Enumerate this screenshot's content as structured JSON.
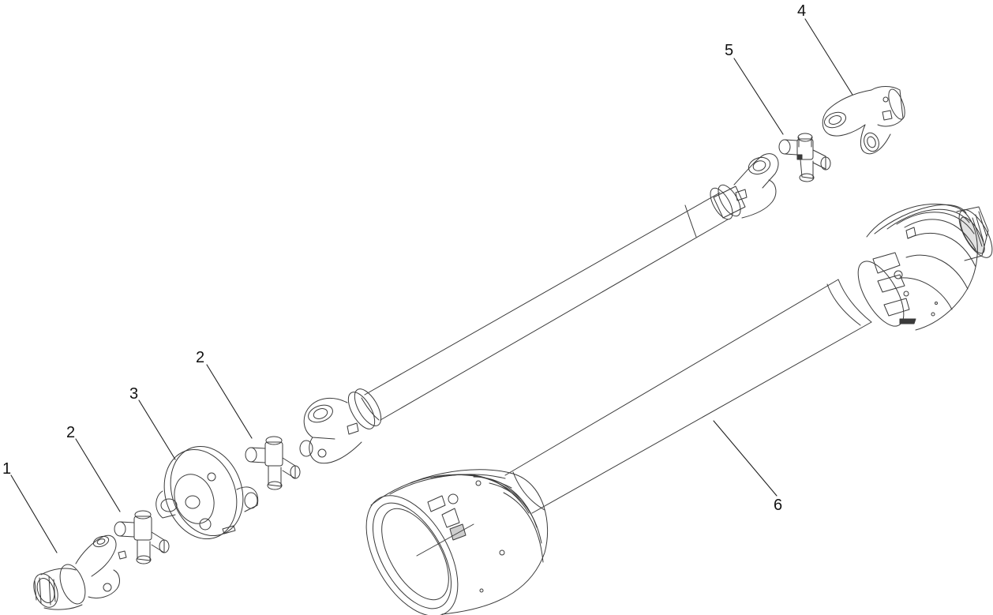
{
  "diagram": {
    "type": "exploded-parts-drawing",
    "line_color": "#3a3a3a",
    "callouts": [
      {
        "id": "callout-1",
        "label": "1"
      },
      {
        "id": "callout-2a",
        "label": "2"
      },
      {
        "id": "callout-3",
        "label": "3"
      },
      {
        "id": "callout-2b",
        "label": "2"
      },
      {
        "id": "callout-5",
        "label": "5"
      },
      {
        "id": "callout-4",
        "label": "4"
      },
      {
        "id": "callout-6",
        "label": "6"
      }
    ]
  }
}
